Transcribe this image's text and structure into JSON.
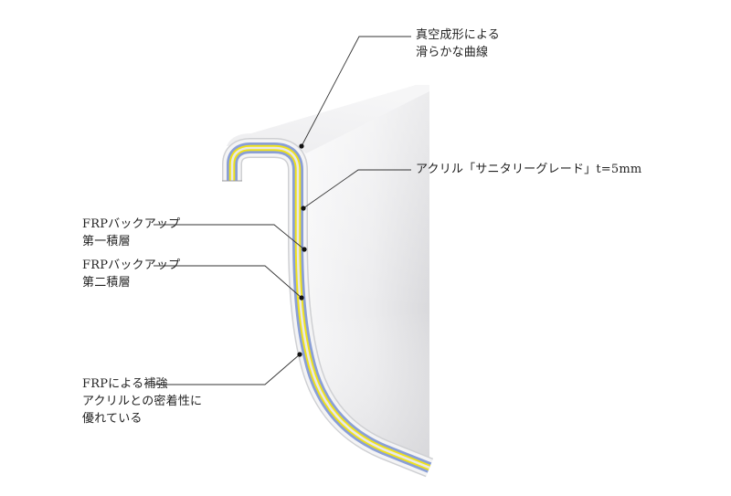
{
  "labels": {
    "vacuum": {
      "line1": "真空成形による",
      "line2": "滑らかな曲線"
    },
    "acrylic": {
      "line1": "アクリル「サニタリーグレード」t=5mm"
    },
    "frp1": {
      "line1": "FRPバックアップ",
      "line2": "第一積層"
    },
    "frp2": {
      "line1": "FRPバックアップ",
      "line2": "第二積層"
    },
    "reinforce": {
      "line1": "FRPによる補強",
      "line2": "アクリルとの密着性に",
      "line3": "優れている"
    }
  },
  "colors": {
    "acrylic_surface": "#e6e6e8",
    "acrylic_layer": "#f4f4f5",
    "frp_first_layer": "#8a9fd6",
    "frp_second_layer": "#f0e21c",
    "inner_backing": "#e8e8ea",
    "leader_line": "#333333"
  }
}
